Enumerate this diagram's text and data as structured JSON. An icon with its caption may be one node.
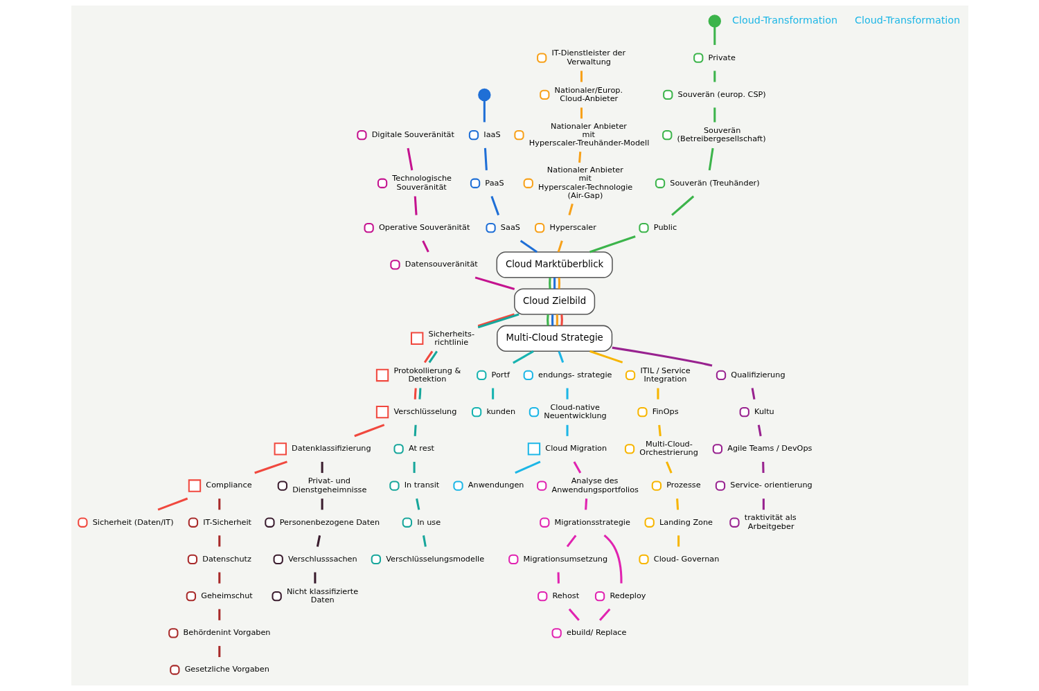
{
  "diagram": {
    "nodes": [
      {
        "text": [],
        "shape": "circle"
      },
      {
        "text": [],
        "shape": "circle",
        "beside": [
          "Private"
        ]
      },
      {
        "text": [],
        "shape": "circle",
        "beside": [
          "Souverän (europ. CSP)"
        ]
      },
      {
        "text": [],
        "shape": "circle",
        "beside": [
          "Souverän (Betreibergesellschaft)"
        ]
      },
      {
        "text": [],
        "shape": "circle",
        "beside": [
          "Souverän (Treuhänder)"
        ]
      },
      {
        "text": [],
        "shape": "circle",
        "beside": [
          "Public"
        ]
      },
      {
        "text": [],
        "shape": "circle"
      },
      {
        "text": [],
        "shape": "circle",
        "beside": [
          "IaaS"
        ]
      },
      {
        "text": [],
        "shape": "circle",
        "beside": [
          "PaaS"
        ]
      },
      {
        "text": [],
        "shape": "circle",
        "beside": [
          "SaaS"
        ]
      },
      {
        "text": [],
        "shape": "circle",
        "beside": [
          "IT-Dienstleister der Verwaltung"
        ]
      },
      {
        "text": [],
        "shape": "circle",
        "beside": [
          "Nationaler/Europ. Cloud-Anbieter"
        ]
      },
      {
        "text": [],
        "shape": "circle",
        "beside": [
          "Nationaler Anbieter mit Hyperscaler-Treuhänder-Modell"
        ]
      },
      {
        "text": [],
        "shape": "circle",
        "beside": [
          "Nationaler Anbieter mit Hyperscaler-Technologie (Air-Gap)"
        ]
      },
      {
        "text": [],
        "shape": "circle",
        "beside": [
          "Hyperscaler"
        ]
      },
      {
        "text": [
          "Cloud Marktüberblick"
        ]
      },
      {
        "text": [],
        "shape": "circle",
        "beside": [
          "Digitale Souveränität"
        ]
      },
      {
        "text": [],
        "shape": "circle",
        "beside": [
          "Technologische Souveränität"
        ]
      },
      {
        "text": [],
        "shape": "circle",
        "beside": [
          "Operative Souveränität"
        ]
      },
      {
        "text": [],
        "shape": "circle",
        "beside": [
          "Datensouveränität"
        ]
      },
      {
        "text": [
          "Cloud Zielbild"
        ]
      },
      {
        "text": [],
        "shape": "box",
        "beside": [
          "Sicherheits- richtlinie"
        ]
      },
      {
        "text": [],
        "shape": "box",
        "beside": [
          "Protokollierung & Detektion"
        ]
      },
      {
        "text": [],
        "shape": "box",
        "beside": [
          "Verschlüsselung"
        ]
      },
      {
        "text": [],
        "shape": "circle",
        "beside": [
          "At rest"
        ]
      },
      {
        "text": [],
        "shape": "circle",
        "beside": [
          "In transit"
        ]
      },
      {
        "text": [],
        "shape": "circle",
        "beside": [
          "In use"
        ]
      },
      {
        "text": [],
        "shape": "circle",
        "beside": [
          "Verschlüsselungsmodelle"
        ]
      },
      {
        "text": [],
        "shape": "box",
        "beside": [
          "Datenklassifizierung"
        ]
      },
      {
        "text": [],
        "shape": "box",
        "beside": [
          "Compliance"
        ]
      },
      {
        "text": [],
        "shape": "circle",
        "beside": [
          "Sicherheit (Daten/IT)"
        ]
      },
      {
        "text": [],
        "shape": "circle",
        "beside": [
          "Privat- und Dienstgeheimnisse"
        ]
      },
      {
        "text": [],
        "shape": "circle",
        "beside": [
          "Personenbezogene Daten"
        ]
      },
      {
        "text": [],
        "shape": "circle",
        "beside": [
          "Verschlusssachen"
        ]
      },
      {
        "text": [],
        "shape": "circle",
        "beside": [
          "Nicht klassifizierte Daten"
        ]
      },
      {
        "text": [],
        "shape": "circle",
        "beside": [
          "IT-Sicherheit"
        ]
      },
      {
        "text": [],
        "shape": "circle",
        "beside": [
          "Datenschutz"
        ]
      },
      {
        "text": [],
        "shape": "circle",
        "beside": [
          "Geheimschut"
        ]
      },
      {
        "text": [],
        "shape": "circle",
        "beside": [
          "Behördenint Vorgaben"
        ]
      },
      {
        "text": [],
        "shape": "circle",
        "beside": [
          "Gesetzliche Vorgaben"
        ]
      },
      {
        "text": [
          "Multi-Cloud Strategie"
        ]
      },
      {
        "text": [],
        "shape": "circle",
        "beside": [
          "Qualifizierung"
        ]
      },
      {
        "text": [],
        "shape": "circle",
        "beside": [
          "Kultu"
        ]
      },
      {
        "text": [],
        "shape": "circle",
        "beside": [
          "Agile Teams / DevOps"
        ]
      },
      {
        "text": [],
        "shape": "circle",
        "beside": [
          "Service- orientierung"
        ]
      },
      {
        "text": [],
        "shape": "circle",
        "beside": [
          "traktivität als Arbeitgeber"
        ]
      },
      {
        "text": [],
        "shape": "circle",
        "beside": [
          "Portf"
        ]
      },
      {
        "text": [],
        "shape": "circle",
        "beside": [
          "kunden"
        ]
      },
      {
        "text": [],
        "shape": "circle",
        "beside": [
          "endungs- strategie"
        ]
      },
      {
        "text": [],
        "shape": "circle",
        "beside": [
          "Cloud-native Neuentwicklung"
        ]
      },
      {
        "text": [],
        "shape": "box",
        "beside": [
          "Cloud Migration"
        ]
      },
      {
        "text": [],
        "shape": "circle",
        "beside": [
          "Anwendungen"
        ]
      },
      {
        "text": [],
        "shape": "circle",
        "beside": [
          "Analyse des Anwendungsportfolios"
        ]
      },
      {
        "text": [],
        "shape": "circle",
        "beside": [
          "Migrationsstrategie"
        ]
      },
      {
        "text": [],
        "shape": "circle",
        "beside": [
          "Migrationsumsetzung"
        ]
      },
      {
        "text": [],
        "shape": "circle",
        "beside": [
          "Rehost"
        ]
      },
      {
        "text": [],
        "shape": "circle",
        "beside": [
          "Redeploy"
        ]
      },
      {
        "text": [],
        "shape": "circle",
        "beside": [
          "ebuild/ Replace"
        ]
      },
      {
        "text": [],
        "shape": "circle",
        "beside": [
          "ITIL / Service Integration"
        ]
      },
      {
        "text": [],
        "shape": "circle",
        "beside": [
          "FinOps"
        ]
      },
      {
        "text": [],
        "shape": "circle",
        "beside": [
          "Multi-Cloud- Orchestrierung"
        ]
      },
      {
        "text": [],
        "shape": "circle",
        "beside": [
          "Prozesse"
        ]
      },
      {
        "text": [],
        "shape": "circle",
        "beside": [
          "Landing Zone"
        ]
      },
      {
        "text": [],
        "shape": "circle",
        "beside": [
          "Cloud- Governan"
        ]
      }
    ],
    "edges": [
      {
        "from": 0,
        "to": 1,
        "arrow": "none",
        "color": "#3cb44b"
      },
      {
        "from": 1,
        "to": 2,
        "arrow": "none",
        "color": "#3cb44b"
      },
      {
        "from": 2,
        "to": 3,
        "arrow": "none",
        "color": "#3cb44b"
      },
      {
        "from": 3,
        "to": 4,
        "arrow": "none",
        "color": "#3cb44b"
      },
      {
        "from": 4,
        "to": 5,
        "arrow": "none",
        "color": "#3cb44b"
      },
      {
        "from": 5,
        "to": 15,
        "arrow": "none",
        "color": "#3cb44b"
      },
      {
        "from": 15,
        "to": 20,
        "arrow": "none",
        "color": "#3cb44b"
      },
      {
        "from": 20,
        "to": 40,
        "arrow": "none",
        "color": "#3cb44b"
      },
      {
        "from": 6,
        "to": 7,
        "arrow": "none",
        "color": "#1f6fd6"
      },
      {
        "from": 7,
        "to": 8,
        "arrow": "none",
        "color": "#1f6fd6"
      },
      {
        "from": 8,
        "to": 9,
        "arrow": "none",
        "color": "#1f6fd6"
      },
      {
        "from": 9,
        "to": 15,
        "arrow": "none",
        "color": "#1f6fd6"
      },
      {
        "from": 15,
        "to": 20,
        "arrow": "none",
        "color": "#1f6fd6"
      },
      {
        "from": 20,
        "to": 40,
        "arrow": "none",
        "color": "#1f6fd6"
      },
      {
        "from": 10,
        "to": 11,
        "arrow": "none",
        "color": "#f7a11a"
      },
      {
        "from": 11,
        "to": 12,
        "arrow": "none",
        "color": "#f7a11a"
      },
      {
        "from": 12,
        "to": 13,
        "arrow": "none",
        "color": "#f7a11a"
      },
      {
        "from": 13,
        "to": 14,
        "arrow": "none",
        "color": "#f7a11a"
      },
      {
        "from": 14,
        "to": 15,
        "arrow": "none",
        "color": "#f7a11a"
      },
      {
        "from": 15,
        "to": 20,
        "arrow": "none",
        "color": "#f7a11a"
      },
      {
        "from": 20,
        "to": 40,
        "arrow": "none",
        "color": "#f7a11a"
      },
      {
        "from": 16,
        "to": 17,
        "arrow": "none",
        "color": "#c4138f"
      },
      {
        "from": 17,
        "to": 18,
        "arrow": "none",
        "color": "#c4138f"
      },
      {
        "from": 18,
        "to": 19,
        "arrow": "none",
        "color": "#c4138f"
      },
      {
        "from": 19,
        "to": 20,
        "arrow": "none",
        "color": "#c4138f"
      },
      {
        "from": 20,
        "to": 40,
        "arrow": "none",
        "color": "#f0483e"
      },
      {
        "from": 20,
        "to": 21,
        "arrow": "none",
        "color": "#f0483e"
      },
      {
        "from": 21,
        "to": 22,
        "arrow": "none",
        "color": "#f0483e"
      },
      {
        "from": 22,
        "to": 23,
        "arrow": "none",
        "color": "#f0483e"
      },
      {
        "from": 23,
        "to": 28,
        "arrow": "none",
        "color": "#f0483e"
      },
      {
        "from": 28,
        "to": 29,
        "arrow": "none",
        "color": "#f0483e"
      },
      {
        "from": 29,
        "to": 30,
        "arrow": "none",
        "color": "#f0483e"
      },
      {
        "from": 20,
        "to": 21,
        "arrow": "none",
        "color": "#17a69b"
      },
      {
        "from": 21,
        "to": 22,
        "arrow": "none",
        "color": "#17a69b"
      },
      {
        "from": 22,
        "to": 23,
        "arrow": "none",
        "color": "#17a69b"
      },
      {
        "from": 23,
        "to": 24,
        "arrow": "none",
        "color": "#17a69b"
      },
      {
        "from": 24,
        "to": 25,
        "arrow": "none",
        "color": "#17a69b"
      },
      {
        "from": 25,
        "to": 26,
        "arrow": "none",
        "color": "#17a69b"
      },
      {
        "from": 26,
        "to": 27,
        "arrow": "none",
        "color": "#17a69b"
      },
      {
        "from": 28,
        "to": 31,
        "arrow": "none",
        "color": "#3a1c2e"
      },
      {
        "from": 31,
        "to": 32,
        "arrow": "none",
        "color": "#3a1c2e"
      },
      {
        "from": 32,
        "to": 33,
        "arrow": "none",
        "color": "#3a1c2e"
      },
      {
        "from": 33,
        "to": 34,
        "arrow": "none",
        "color": "#3a1c2e"
      },
      {
        "from": 29,
        "to": 35,
        "arrow": "none",
        "color": "#a82a2a"
      },
      {
        "from": 35,
        "to": 36,
        "arrow": "none",
        "color": "#a82a2a"
      },
      {
        "from": 36,
        "to": 37,
        "arrow": "none",
        "color": "#a82a2a"
      },
      {
        "from": 37,
        "to": 38,
        "arrow": "none",
        "color": "#a82a2a"
      },
      {
        "from": 38,
        "to": 39,
        "arrow": "none",
        "color": "#a82a2a"
      },
      {
        "from": 40,
        "to": 41,
        "arrow": "none",
        "color": "#98228f"
      },
      {
        "from": 41,
        "to": 42,
        "arrow": "none",
        "color": "#98228f"
      },
      {
        "from": 42,
        "to": 43,
        "arrow": "none",
        "color": "#98228f"
      },
      {
        "from": 43,
        "to": 44,
        "arrow": "none",
        "color": "#98228f"
      },
      {
        "from": 44,
        "to": 45,
        "arrow": "none",
        "color": "#98228f"
      },
      {
        "from": 40,
        "to": 46,
        "arrow": "none",
        "color": "#17b3b0"
      },
      {
        "from": 46,
        "to": 47,
        "arrow": "none",
        "color": "#17b3b0"
      },
      {
        "from": 40,
        "to": 48,
        "arrow": "none",
        "color": "#1cb6e6"
      },
      {
        "from": 48,
        "to": 49,
        "arrow": "none",
        "color": "#1cb6e6"
      },
      {
        "from": 49,
        "to": 50,
        "arrow": "none",
        "color": "#1cb6e6"
      },
      {
        "from": 50,
        "to": 51,
        "arrow": "none",
        "color": "#1cb6e6"
      },
      {
        "from": 50,
        "to": 52,
        "arrow": "none",
        "color": "#e023b0"
      },
      {
        "from": 52,
        "to": 53,
        "arrow": "none",
        "color": "#e023b0"
      },
      {
        "from": 53,
        "to": 54,
        "arrow": "none",
        "color": "#e023b0"
      },
      {
        "from": 54,
        "to": 55,
        "arrow": "none",
        "color": "#e023b0"
      },
      {
        "from": 53,
        "to": 56,
        "arrow": "none",
        "color": "#e023b0"
      },
      {
        "from": 56,
        "to": 57,
        "arrow": "none",
        "color": "#e023b0"
      },
      {
        "from": 55,
        "to": 57,
        "arrow": "none",
        "color": "#e023b0"
      },
      {
        "from": 40,
        "to": 58,
        "arrow": "none",
        "color": "#f7b500"
      },
      {
        "from": 58,
        "to": 59,
        "arrow": "none",
        "color": "#f7b500"
      },
      {
        "from": 59,
        "to": 60,
        "arrow": "none",
        "color": "#f7b500"
      },
      {
        "from": 60,
        "to": 61,
        "arrow": "none",
        "color": "#f7b500"
      },
      {
        "from": 61,
        "to": 62,
        "arrow": "none",
        "color": "#f7b500"
      },
      {
        "from": 62,
        "to": 63,
        "arrow": "none",
        "color": "#f7b500"
      }
    ],
    "labels": [
      "Cloud-Transformation",
      "Cloud-Transformation"
    ]
  }
}
